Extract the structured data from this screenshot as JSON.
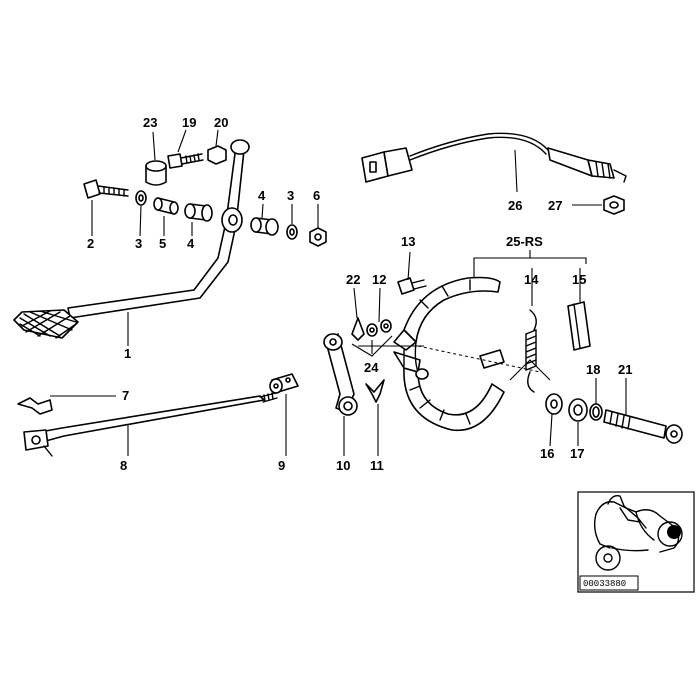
{
  "diagram": {
    "labels": [
      {
        "id": "1",
        "text": "1"
      },
      {
        "id": "2",
        "text": "2"
      },
      {
        "id": "3a",
        "text": "3"
      },
      {
        "id": "3b",
        "text": "3"
      },
      {
        "id": "4a",
        "text": "4"
      },
      {
        "id": "4b",
        "text": "4"
      },
      {
        "id": "5",
        "text": "5"
      },
      {
        "id": "6",
        "text": "6"
      },
      {
        "id": "7",
        "text": "7"
      },
      {
        "id": "8",
        "text": "8"
      },
      {
        "id": "9",
        "text": "9"
      },
      {
        "id": "10",
        "text": "10"
      },
      {
        "id": "11",
        "text": "11"
      },
      {
        "id": "12",
        "text": "12"
      },
      {
        "id": "13",
        "text": "13"
      },
      {
        "id": "14",
        "text": "14"
      },
      {
        "id": "15",
        "text": "15"
      },
      {
        "id": "16",
        "text": "16"
      },
      {
        "id": "17",
        "text": "17"
      },
      {
        "id": "18",
        "text": "18"
      },
      {
        "id": "19",
        "text": "19"
      },
      {
        "id": "20",
        "text": "20"
      },
      {
        "id": "21",
        "text": "21"
      },
      {
        "id": "22",
        "text": "22"
      },
      {
        "id": "23",
        "text": "23"
      },
      {
        "id": "24",
        "text": "24"
      },
      {
        "id": "25",
        "text": "25-RS"
      },
      {
        "id": "26",
        "text": "26"
      },
      {
        "id": "27",
        "text": "27"
      }
    ],
    "inset_code": "00033880",
    "colors": {
      "ink": "#000000",
      "background": "#ffffff",
      "inset_highlight": "#000000"
    }
  }
}
